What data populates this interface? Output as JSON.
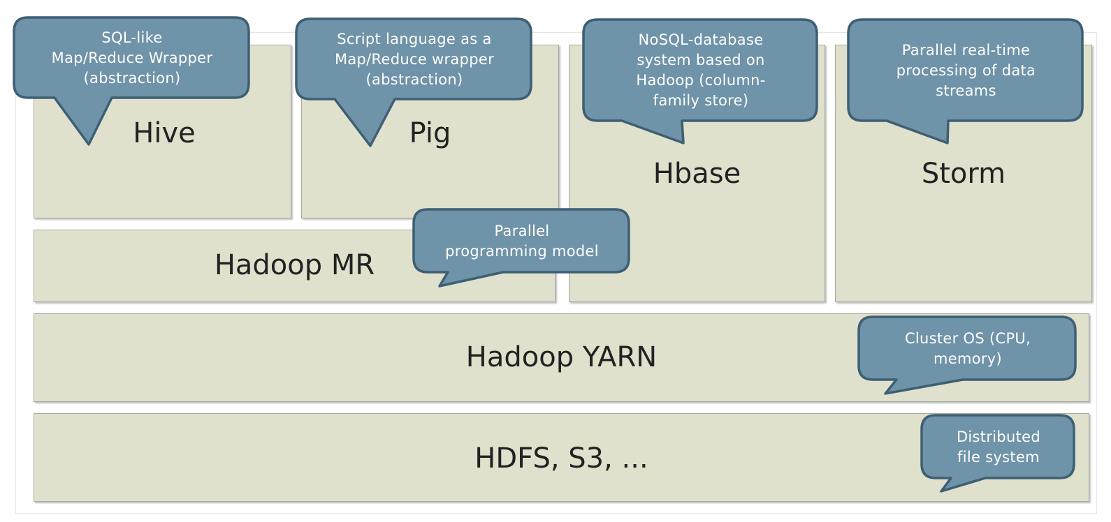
{
  "layers": {
    "hive": "Hive",
    "pig": "Pig",
    "hbase": "Hbase",
    "storm": "Storm",
    "hadoop_mr": "Hadoop MR",
    "hadoop_yarn": "Hadoop YARN",
    "storage": "HDFS, S3, ..."
  },
  "callouts": {
    "hive": "SQL-like\nMap/Reduce Wrapper\n(abstraction)",
    "pig": "Script language as a\nMap/Reduce wrapper\n(abstraction)",
    "hbase": "NoSQL-database\nsystem based on\nHadoop (column-\nfamily store)",
    "storm": "Parallel real-time\nprocessing of data\nstreams",
    "hadoop_mr": "Parallel\nprogramming model",
    "hadoop_yarn": "Cluster OS (CPU,\nmemory)",
    "storage": "Distributed\nfile system"
  },
  "colors": {
    "layer_fill": "#dfe1cd",
    "layer_border": "#a9a99c",
    "callout_fill": "#6f93a8",
    "callout_border": "#3e5f73",
    "callout_text": "#ffffff",
    "label_text": "#222222"
  }
}
